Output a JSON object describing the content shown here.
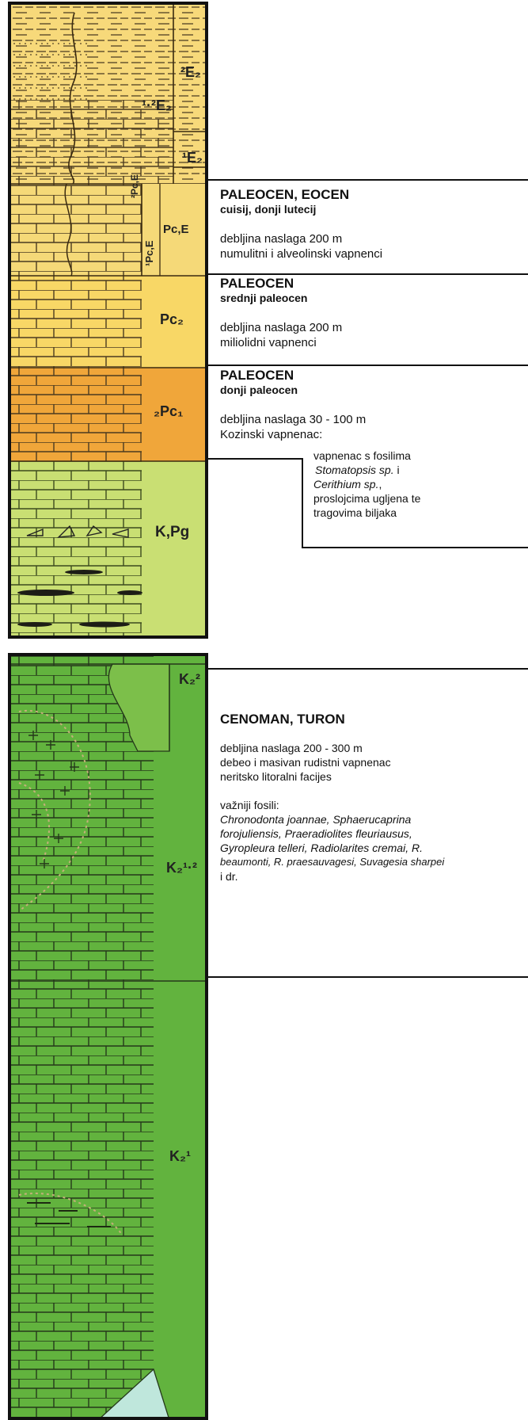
{
  "upper_column": {
    "labels": {
      "e2_upper": "²E₂",
      "e2_12": "¹·²E₂",
      "e2_lower": "¹E₂",
      "pc_e_right": "Pc,E",
      "pc_e_vertical_a": "²Pc,E",
      "pc_e_vertical_b": "¹Pc,E",
      "pc2": "Pc₂",
      "pc1": "₂Pc₁",
      "kpg": "K,Pg"
    },
    "colors": {
      "e2": "#f7d97a",
      "pc_e": "#f5d978",
      "pc2": "#f8d766",
      "pc1": "#f0a63a",
      "kpg": "#c9df73"
    }
  },
  "lower_column": {
    "labels": {
      "k2_2": "K₂²",
      "k2_12": "K₂¹·²",
      "k2_1": "K₂¹"
    },
    "colors": {
      "main": "#62b33e",
      "inset": "#7cbf4a",
      "cyan": "#bfe7dc"
    }
  },
  "descriptions": {
    "paleocen_eocen": {
      "title": "PALEOCEN, EOCEN",
      "subtitle": "cuisij, donji lutecij",
      "thickness": "debljina naslaga 200 m",
      "rock": "numulitni i alveolinski vapnenci"
    },
    "srednji_paleocen": {
      "title": "PALEOCEN",
      "subtitle": "srednji paleocen",
      "thickness": "debljina naslaga 200 m",
      "rock": "miliolidni vapnenci"
    },
    "donji_paleocen": {
      "title": "PALEOCEN",
      "subtitle": "donji paleocen",
      "thickness": "debljina naslaga 30 - 100 m",
      "rock": "Kozinski vapnenac:",
      "detail_1": "vapnenac s fosilima",
      "detail_2": "Stomatopsis sp.",
      "detail_2b": " i",
      "detail_3": "Cerithium sp.",
      "detail_3b": ",",
      "detail_4": "proslojcima ugljena te",
      "detail_5": "tragovima biljaka"
    },
    "cenoman_turon": {
      "title": "CENOMAN, TURON",
      "thickness": "debljina naslaga 200 - 300 m",
      "rock": "debeo i masivan rudistni vapnenac",
      "facies": "neritsko litoralni facijes",
      "fossils_label": "važniji fosili:",
      "fossils_1": "Chronodonta joannae, Sphaerucaprina",
      "fossils_2": "forojuliensis, Praeradiolites fleuriausus,",
      "fossils_3": "Gyropleura telleri, Radiolarites cremai, R.",
      "fossils_4": "beaumonti, R. praesauvagesi, Suvagesia sharpei",
      "fossils_5": "i dr."
    }
  }
}
